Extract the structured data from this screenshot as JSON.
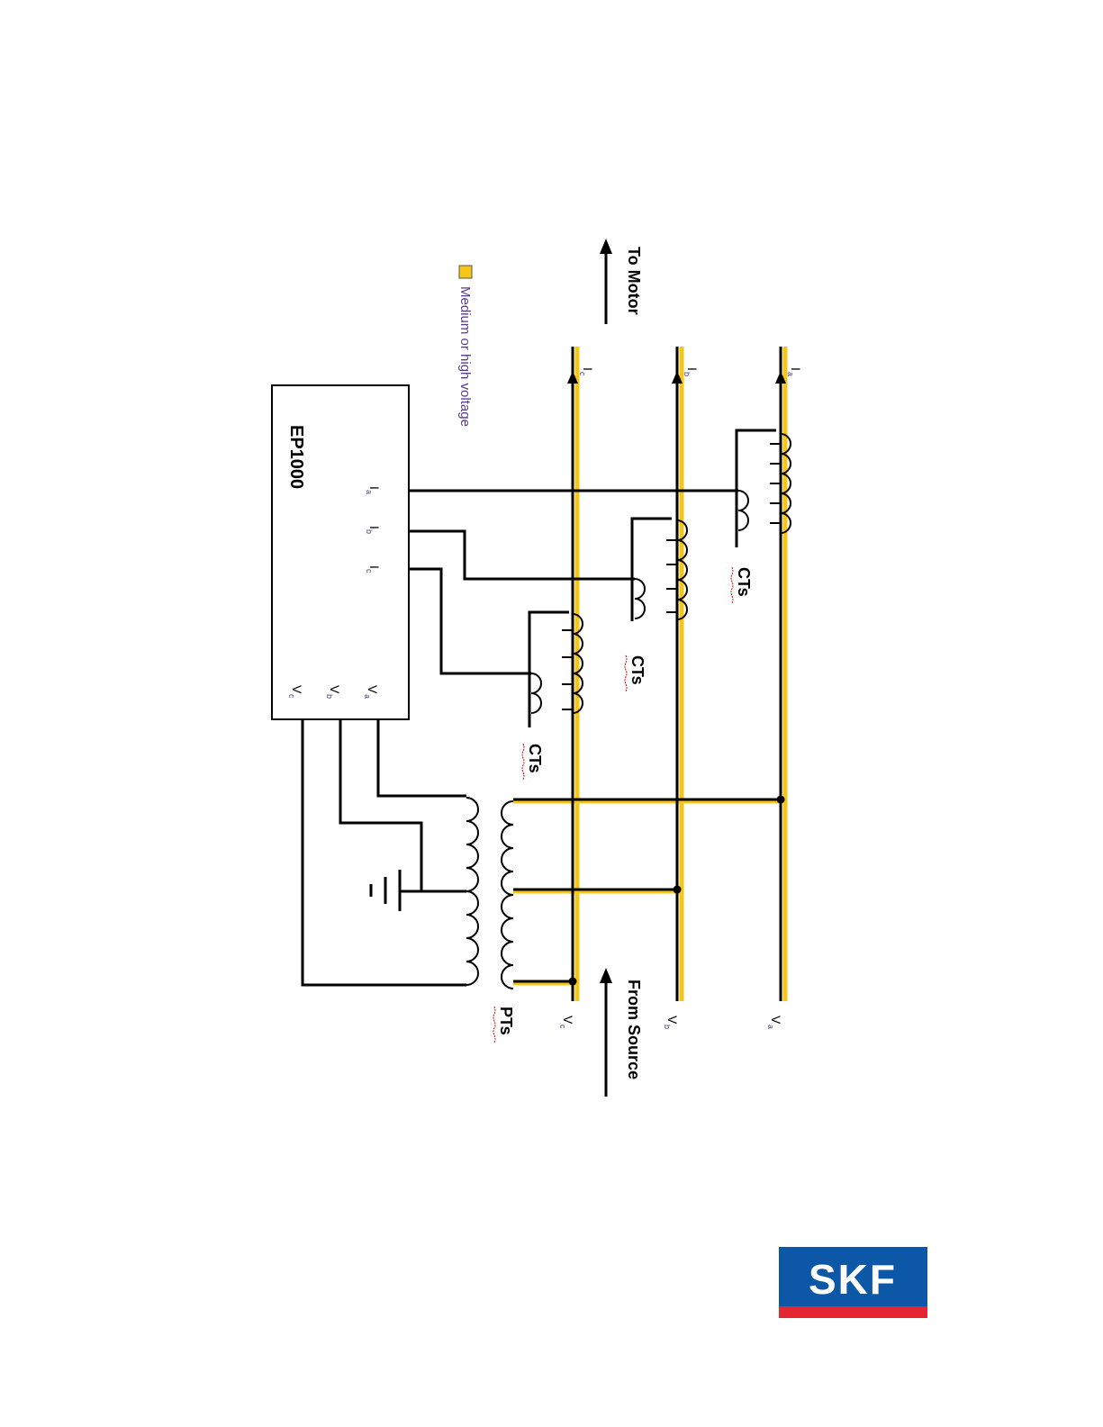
{
  "diagram": {
    "box_label": "EP1000",
    "box_inputs": {
      "ia": "I",
      "ia_sub": "a",
      "ib": "I",
      "ib_sub": "b",
      "ic": "I",
      "ic_sub": "c",
      "va": "V",
      "va_sub": "a",
      "vb": "V",
      "vb_sub": "b",
      "vc": "V",
      "vc_sub": "c"
    },
    "bus_labels": {
      "ia": "I",
      "ia_sub": "a",
      "ib": "I",
      "ib_sub": "b",
      "ic": "I",
      "ic_sub": "c",
      "va": "V",
      "va_sub": "a",
      "vb": "V",
      "vb_sub": "b",
      "vc": "V",
      "vc_sub": "c"
    },
    "to_motor": "To Motor",
    "from_source": "From Source",
    "ct_label": "CTs",
    "pt_label": "PTs",
    "legend": {
      "label": "Medium or high voltage",
      "color": "#f5c518"
    }
  },
  "logo": {
    "text": "SKF",
    "color": "#0d57a7",
    "stripe_color": "#e3262f"
  }
}
